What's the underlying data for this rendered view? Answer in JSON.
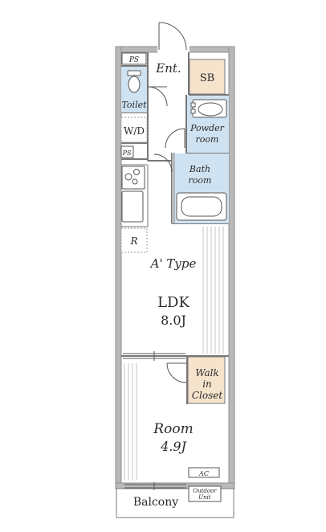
{
  "plan_type_label": "A' Type",
  "rooms": {
    "ldk": {
      "name": "LDK",
      "size": "8.0J"
    },
    "room": {
      "name": "Room",
      "size": "4.9J"
    },
    "entrance": "Ent.",
    "shoebox": "SB",
    "toilet": "Toilet",
    "washer": "W/D",
    "powder": [
      "Powder",
      "room"
    ],
    "bath": [
      "Bath",
      "room"
    ],
    "closet": [
      "Walk",
      "in",
      "Closet"
    ],
    "balcony": "Balcony"
  },
  "small_labels": {
    "ps_top": "PS",
    "ps_mid": "PS",
    "refrigerator": "R",
    "ac": "AC",
    "outdoor_unit": [
      "Outdoor",
      "Unit"
    ]
  },
  "colors": {
    "wall": "#8e8e8e",
    "wall_fill": "#b9b9b9",
    "wet_area": "#cfe2f1",
    "storage": "#f5e3cc",
    "line": "#555555"
  }
}
